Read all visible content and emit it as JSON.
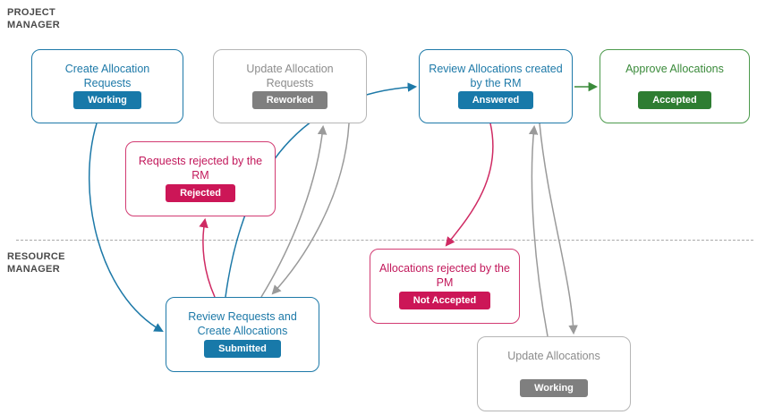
{
  "lanes": [
    {
      "label": "PROJECT\nMANAGER"
    },
    {
      "label": "RESOURCE\nMANAGER"
    }
  ],
  "colors": {
    "blue": "#1d79a8",
    "gray": "#9a9a9a",
    "green": "#3a8a3a",
    "pink": "#cf2a63",
    "badge_blue": "#1879a9",
    "badge_gray": "#7f7f7f",
    "badge_green": "#2e7d32",
    "badge_pink": "#cc1657"
  },
  "nodes": [
    {
      "title": "Create Allocation Requests",
      "badge": "Working",
      "color": "blue",
      "lane": "PROJECT MANAGER"
    },
    {
      "title": "Update Allocation Requests",
      "badge": "Reworked",
      "color": "gray",
      "lane": "PROJECT MANAGER"
    },
    {
      "title": "Review Allocations created by the RM",
      "badge": "Answered",
      "color": "blue",
      "lane": "PROJECT MANAGER"
    },
    {
      "title": "Approve Allocations",
      "badge": "Accepted",
      "color": "green",
      "lane": "PROJECT MANAGER"
    },
    {
      "title": "Requests rejected by the RM",
      "badge": "Rejected",
      "color": "pink",
      "lane": "PROJECT MANAGER"
    },
    {
      "title": "Allocations rejected by the PM",
      "badge": "Not Accepted",
      "color": "pink",
      "lane": "RESOURCE MANAGER"
    },
    {
      "title": "Review Requests and Create Allocations",
      "badge": "Submitted",
      "color": "blue",
      "lane": "RESOURCE MANAGER"
    },
    {
      "title": "Update Allocations",
      "badge": "Working",
      "color": "gray",
      "lane": "RESOURCE MANAGER"
    }
  ],
  "edges": [
    {
      "from": "Create Allocation Requests",
      "to": "Review Requests and Create Allocations",
      "color": "blue"
    },
    {
      "from": "Review Requests and Create Allocations",
      "to": "Review Allocations created by the RM",
      "color": "blue"
    },
    {
      "from": "Review Requests and Create Allocations",
      "to": "Requests rejected by the RM",
      "color": "pink"
    },
    {
      "from": "Review Requests and Create Allocations",
      "to": "Update Allocation Requests",
      "color": "gray"
    },
    {
      "from": "Update Allocation Requests",
      "to": "Review Requests and Create Allocations",
      "color": "gray"
    },
    {
      "from": "Review Allocations created by the RM",
      "to": "Approve Allocations",
      "color": "green"
    },
    {
      "from": "Review Allocations created by the RM",
      "to": "Allocations rejected by the PM",
      "color": "pink"
    },
    {
      "from": "Review Allocations created by the RM",
      "to": "Update Allocations",
      "color": "gray"
    },
    {
      "from": "Update Allocations",
      "to": "Review Allocations created by the RM",
      "color": "gray"
    }
  ]
}
